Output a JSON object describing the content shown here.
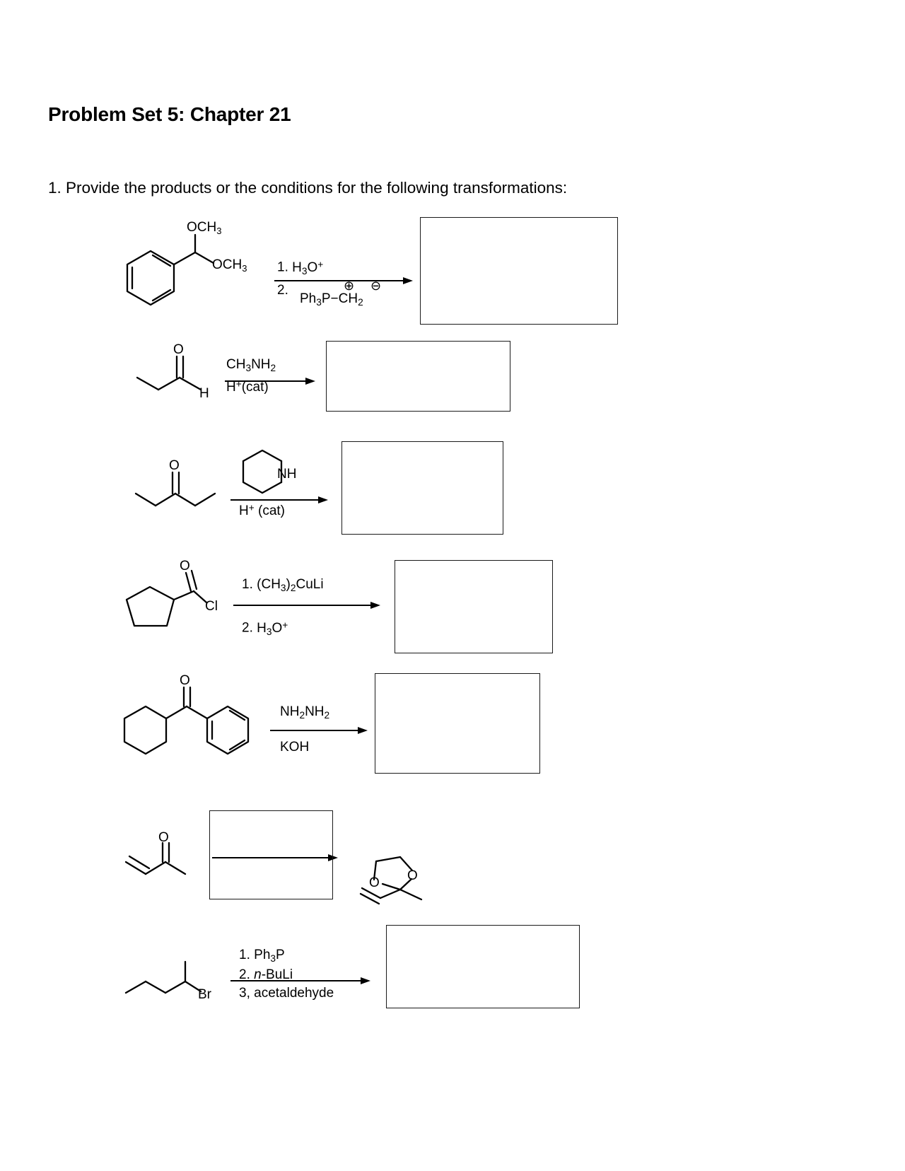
{
  "document": {
    "title": "Problem Set 5: Chapter 21",
    "prompt": "1. Provide the products or the conditions for the following transformations:"
  },
  "reactions": [
    {
      "id": "reaction-1",
      "substrate_name": "benzaldehyde-dimethyl-acetal",
      "substrate_labels": [
        "OCH3",
        "OCH3"
      ],
      "conditions": [
        {
          "step": "1.",
          "reagent_html": "H<sub>3</sub>O<sup>+</sup>"
        },
        {
          "step": "2.",
          "reagent_html": "Ph<sub>3</sub>P−CH<sub>2</sub>",
          "charges": [
            "⊕",
            "⊖"
          ]
        }
      ],
      "answer_box": {
        "blank": true
      }
    },
    {
      "id": "reaction-2",
      "substrate_name": "propanal",
      "substrate_labels": [
        "O",
        "H"
      ],
      "conditions": [
        {
          "step": "",
          "reagent_html": "CH<sub>3</sub>NH<sub>2</sub>"
        },
        {
          "step": "",
          "reagent_html": "H<sup>+</sup>(cat)"
        }
      ],
      "answer_box": {
        "blank": true
      }
    },
    {
      "id": "reaction-3",
      "substrate_name": "3-pentanone",
      "substrate_labels": [
        "O"
      ],
      "reagent_structure": "piperidine",
      "reagent_structure_label": "NH",
      "conditions": [
        {
          "step": "",
          "reagent_html": "H<sup>+</sup> (cat)"
        }
      ],
      "answer_box": {
        "blank": true
      }
    },
    {
      "id": "reaction-4",
      "substrate_name": "cyclopentanecarbonyl-chloride",
      "substrate_labels": [
        "O",
        "Cl"
      ],
      "conditions": [
        {
          "step": "1.",
          "reagent_html": "(CH<sub>3</sub>)<sub>2</sub>CuLi"
        },
        {
          "step": "2.",
          "reagent_html": "H<sub>3</sub>O<sup>+</sup>"
        }
      ],
      "answer_box": {
        "blank": true
      }
    },
    {
      "id": "reaction-5",
      "substrate_name": "cyclohexyl-phenyl-ketone",
      "substrate_labels": [
        "O"
      ],
      "conditions": [
        {
          "step": "",
          "reagent_html": "NH<sub>2</sub>NH<sub>2</sub>"
        },
        {
          "step": "",
          "reagent_html": "KOH"
        }
      ],
      "answer_box": {
        "blank": true
      }
    },
    {
      "id": "reaction-6",
      "substrate_name": "methyl-vinyl-ketone",
      "substrate_labels": [
        "O"
      ],
      "product_name": "2-methyl-2-vinyl-1,3-dioxolane",
      "product_labels": [
        "O",
        "O"
      ],
      "conditions": [],
      "answer_box": {
        "blank": true
      }
    },
    {
      "id": "reaction-7",
      "substrate_name": "2-bromopentane",
      "substrate_labels": [
        "Br"
      ],
      "conditions": [
        {
          "step": "1.",
          "reagent_html": "Ph<sub>3</sub>P"
        },
        {
          "step": "2.",
          "reagent_html": "<i>n</i>-BuLi"
        },
        {
          "step": "3,",
          "reagent_html": "acetaldehyde"
        }
      ],
      "answer_box": {
        "blank": true
      }
    }
  ],
  "colors": {
    "ink": "#000000",
    "box_border": "#1a1a1a",
    "page_background": "#ffffff"
  }
}
